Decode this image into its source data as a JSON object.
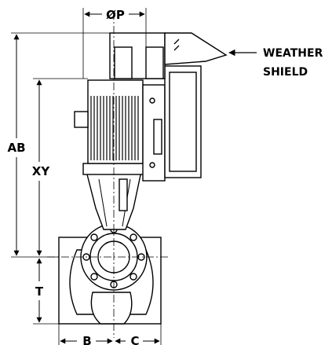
{
  "labels": {
    "op": "ØP",
    "weather_line1": "WEATHER",
    "weather_line2": "SHIELD",
    "ab": "AB",
    "xy": "XY",
    "t": "T",
    "b": "B",
    "c": "C"
  },
  "colors": {
    "line": "#000000",
    "background": "#ffffff"
  }
}
